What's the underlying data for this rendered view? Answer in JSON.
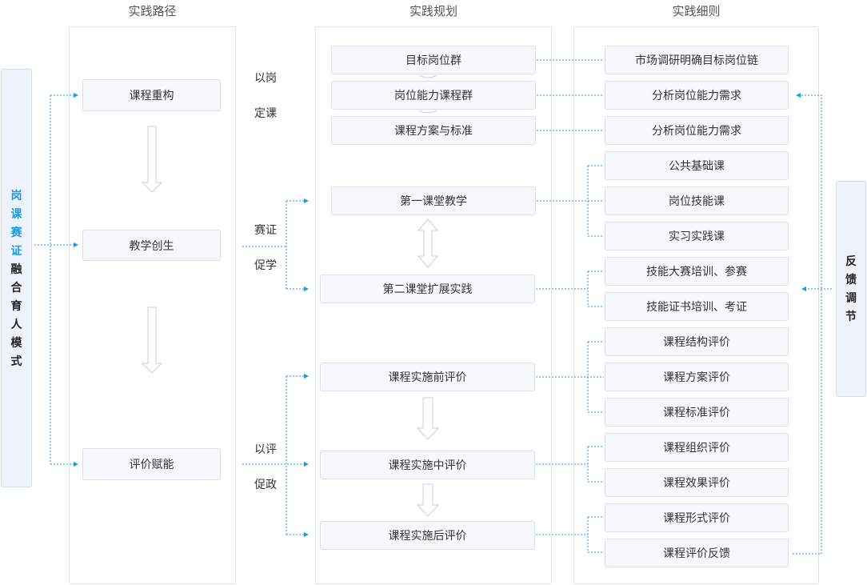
{
  "columns": {
    "path_title": "实践路径",
    "plan_title": "实践规划",
    "detail_title": "实践细则"
  },
  "left_side": {
    "highlight": [
      "岗",
      "课",
      "赛",
      "证"
    ],
    "normal": [
      "融",
      "合",
      "育",
      "人",
      "模",
      "式"
    ]
  },
  "right_side": {
    "chars": [
      "反",
      "馈",
      "调",
      "节"
    ]
  },
  "path_items": [
    "课程重构",
    "教学创生",
    "评价赋能"
  ],
  "mid_labels": {
    "l1a": "以岗",
    "l1b": "定课",
    "l2a": "赛证",
    "l2b": "促学",
    "l3a": "以评",
    "l3b": "促政"
  },
  "plan_items": [
    "目标岗位群",
    "岗位能力课程群",
    "课程方案与标准",
    "第一课堂教学",
    "第二课堂扩展实践",
    "课程实施前评价",
    "课程实施中评价",
    "课程实施后评价"
  ],
  "detail_items": [
    "市场调研明确目标岗位链",
    "分析岗位能力需求",
    "分析岗位能力需求",
    "公共基础课",
    "岗位技能课",
    "实习实践课",
    "技能大赛培训、参赛",
    "技能证书培训、考证",
    "课程结构评价",
    "课程方案评价",
    "课程标准评价",
    "课程组织评价",
    "课程效果评价",
    "课程形式评价",
    "课程评价反馈"
  ],
  "colors": {
    "accent": "#1a9be6",
    "text": "#333333",
    "panel_border": "#dbe2ea"
  }
}
